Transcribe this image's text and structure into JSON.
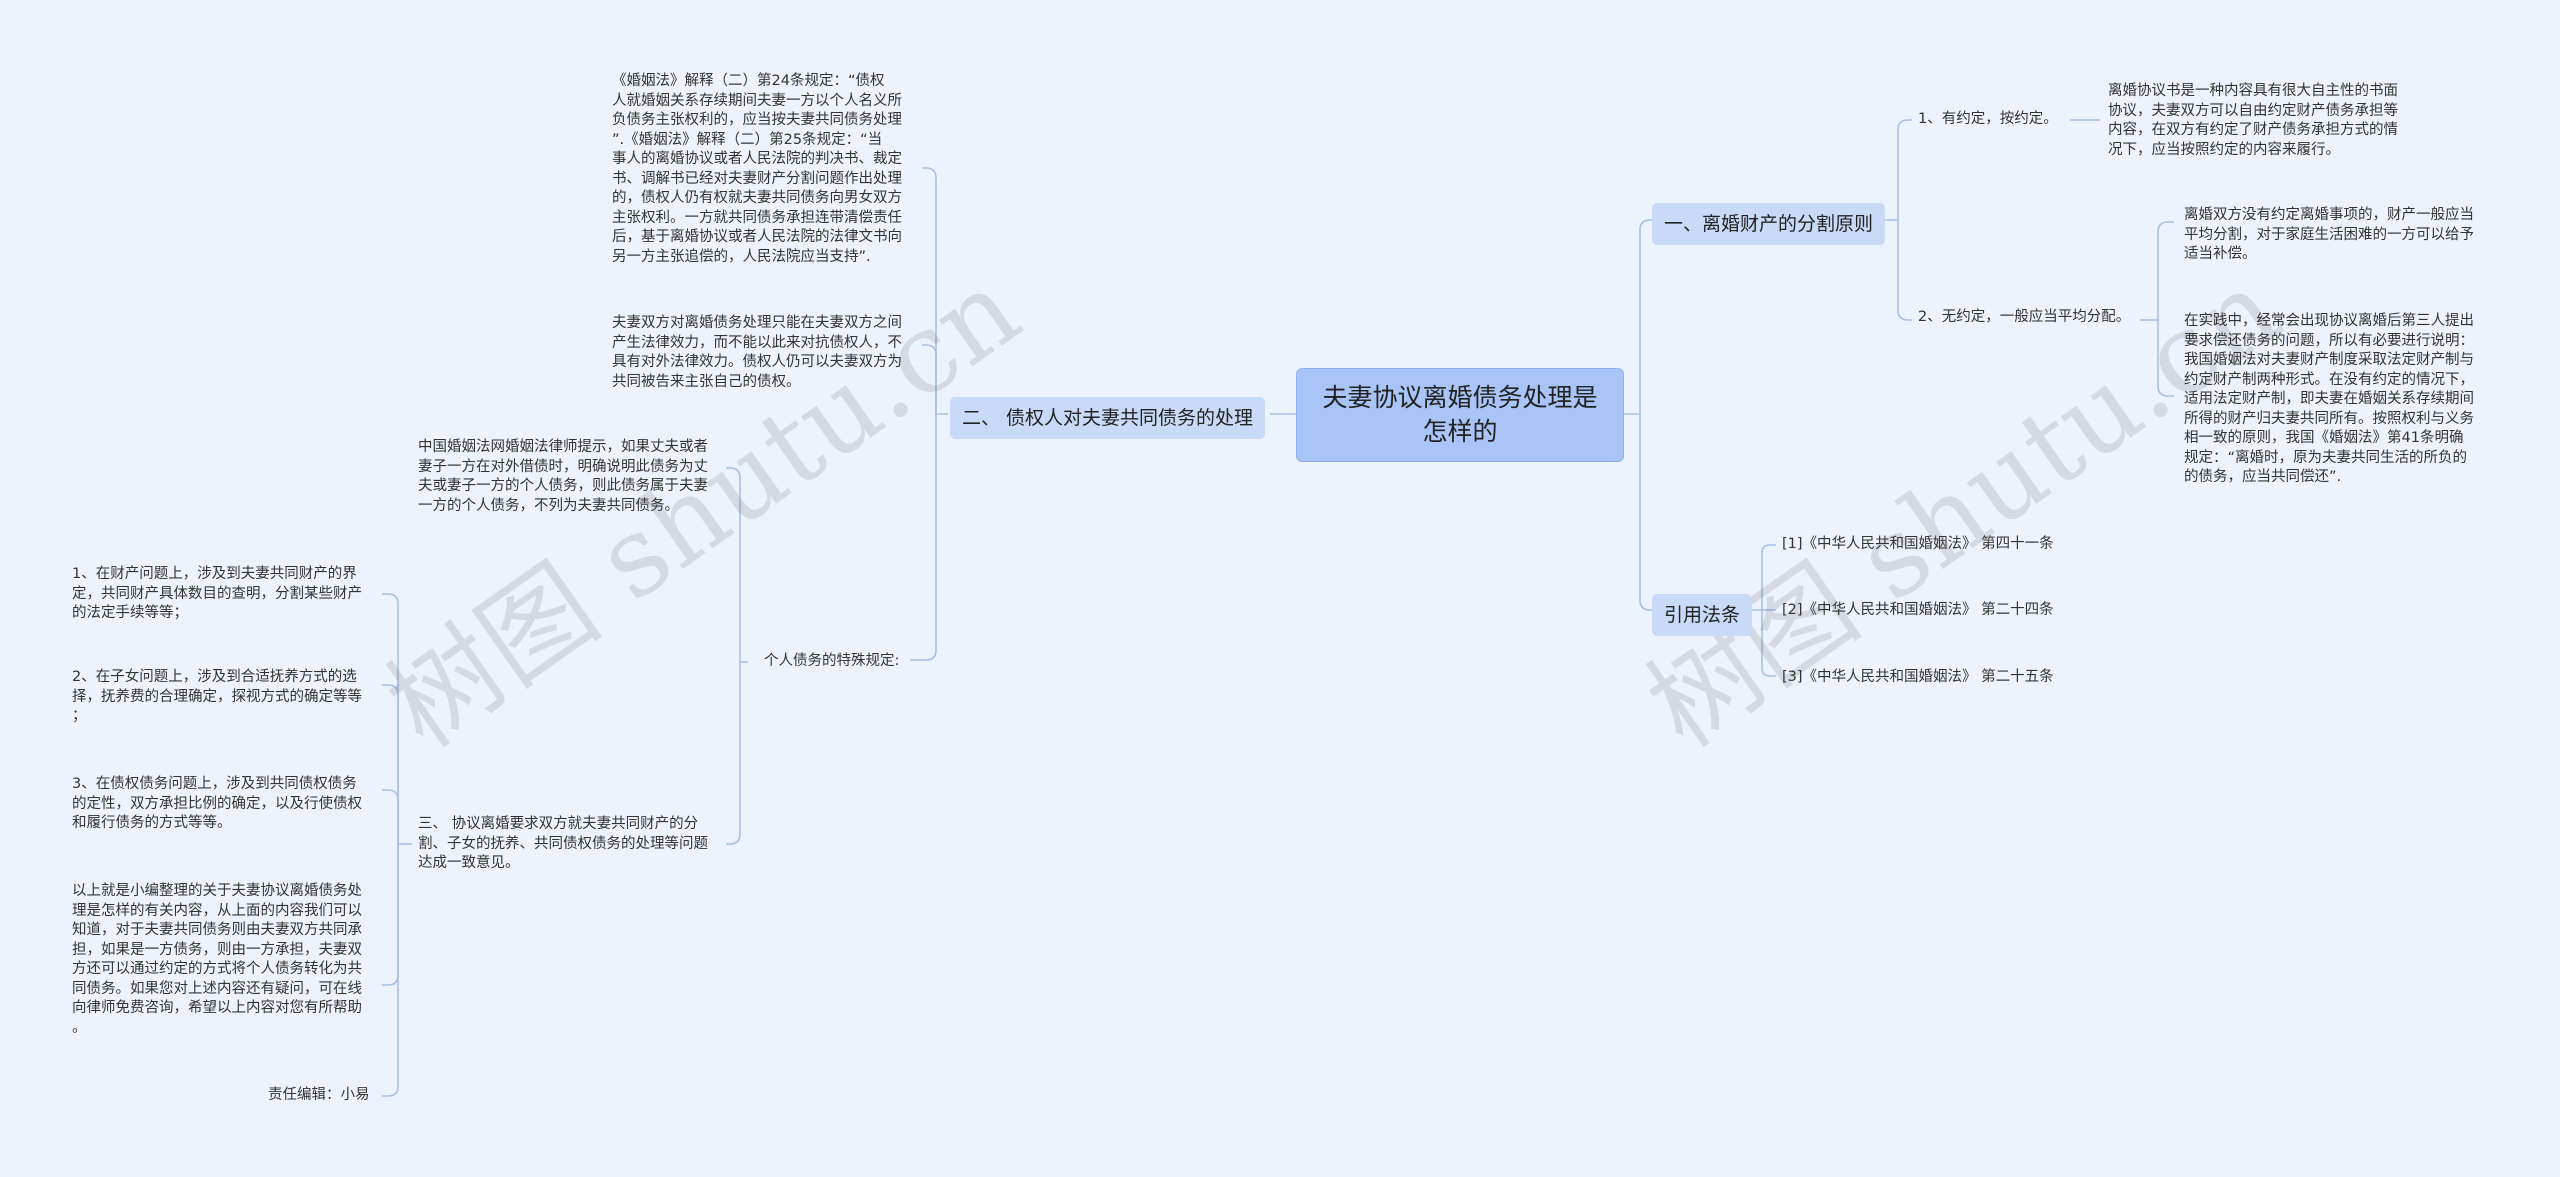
{
  "watermark": "树图 shutu.cn",
  "root": "夫妻协议离婚债务处理是怎样的",
  "right": {
    "b1": {
      "label": "一、离婚财产的分割原则",
      "c1": {
        "label": "1、有约定，按约定。",
        "detail": "离婚协议书是一种内容具有很大自主性的书面\n协议，夫妻双方可以自由约定财产债务承担等\n内容，在双方有约定了财产债务承担方式的情\n况下，应当按照约定的内容来履行。"
      },
      "c2": {
        "label": "2、无约定，一般应当平均分配。",
        "d1": "离婚双方没有约定离婚事项的，财产一般应当\n平均分割，对于家庭生活困难的一方可以给予\n适当补偿。",
        "d2": "在实践中，经常会出现协议离婚后第三人提出\n要求偿还债务的问题，所以有必要进行说明：\n我国婚姻法对夫妻财产制度采取法定财产制与\n约定财产制两种形式。在没有约定的情况下，\n适用法定财产制，即夫妻在婚姻关系存续期间\n所得的财产归夫妻共同所有。按照权利与义务\n相一致的原则，我国《婚姻法》第41条明确\n规定：“离婚时，原为夫妻共同生活的所负的\n的债务，应当共同偿还”."
      }
    },
    "b2": {
      "label": "引用法条",
      "items": [
        "[1]《中华人民共和国婚姻法》 第四十一条",
        "[2]《中华人民共和国婚姻法》 第二十四条",
        "[3]《中华人民共和国婚姻法》 第二十五条"
      ]
    }
  },
  "left": {
    "b1": {
      "label": "二、 债权人对夫妻共同债务的处理",
      "t1": "《婚姻法》解释（二）第24条规定：“债权\n人就婚姻关系存续期间夫妻一方以个人名义所\n负债务主张权利的，应当按夫妻共同债务处理\n”.《婚姻法》解释（二）第25条规定：“当\n事人的离婚协议或者人民法院的判决书、裁定\n书、调解书已经对夫妻财产分割问题作出处理\n的，债权人仍有权就夫妻共同债务向男女双方\n主张权利。一方就共同债务承担连带清偿责任\n后，基于离婚协议或者人民法院的法律文书向\n另一方主张追偿的，人民法院应当支持”.",
      "t2": "夫妻双方对离婚债务处理只能在夫妻双方之间\n产生法律效力，而不能以此来对抗债权人，不\n具有对外法律效力。债权人仍可以夫妻双方为\n共同被告来主张自己的债权。",
      "special": {
        "label": "个人债务的特殊规定:",
        "s1": "中国婚姻法网婚姻法律师提示，如果丈夫或者\n妻子一方在对外借债时，明确说明此债务为丈\n夫或妻子一方的个人债务，则此债务属于夫妻\n一方的个人债务，不列为夫妻共同债务。",
        "s2": {
          "label": "三、 协议离婚要求双方就夫妻共同财产的分\n割、子女的抚养、共同债权债务的处理等问题\n达成一致意见。",
          "items": [
            "1、在财产问题上，涉及到夫妻共同财产的界\n定，共同财产具体数目的查明，分割某些财产\n的法定手续等等；",
            "2、在子女问题上，涉及到合适抚养方式的选\n择，抚养费的合理确定，探视方式的确定等等\n；",
            "3、在债权债务问题上，涉及到共同债权债务\n的定性，双方承担比例的确定，以及行使债权\n和履行债务的方式等等。",
            "以上就是小编整理的关于夫妻协议离婚债务处\n理是怎样的有关内容，从上面的内容我们可以\n知道，对于夫妻共同债务则由夫妻双方共同承\n担，如果是一方债务，则由一方承担，夫妻双\n方还可以通过约定的方式将个人债务转化为共\n同债务。如果您对上述内容还有疑问，可在线\n向律师免费咨询，希望以上内容对您有所帮助\n。",
            "责任编辑：小易"
          ]
        }
      }
    }
  },
  "colors": {
    "root_bg": "#a9c4f6",
    "branch_bg": "#c9daf8",
    "line": "#a9bfe6",
    "background": "#edf3fd"
  }
}
